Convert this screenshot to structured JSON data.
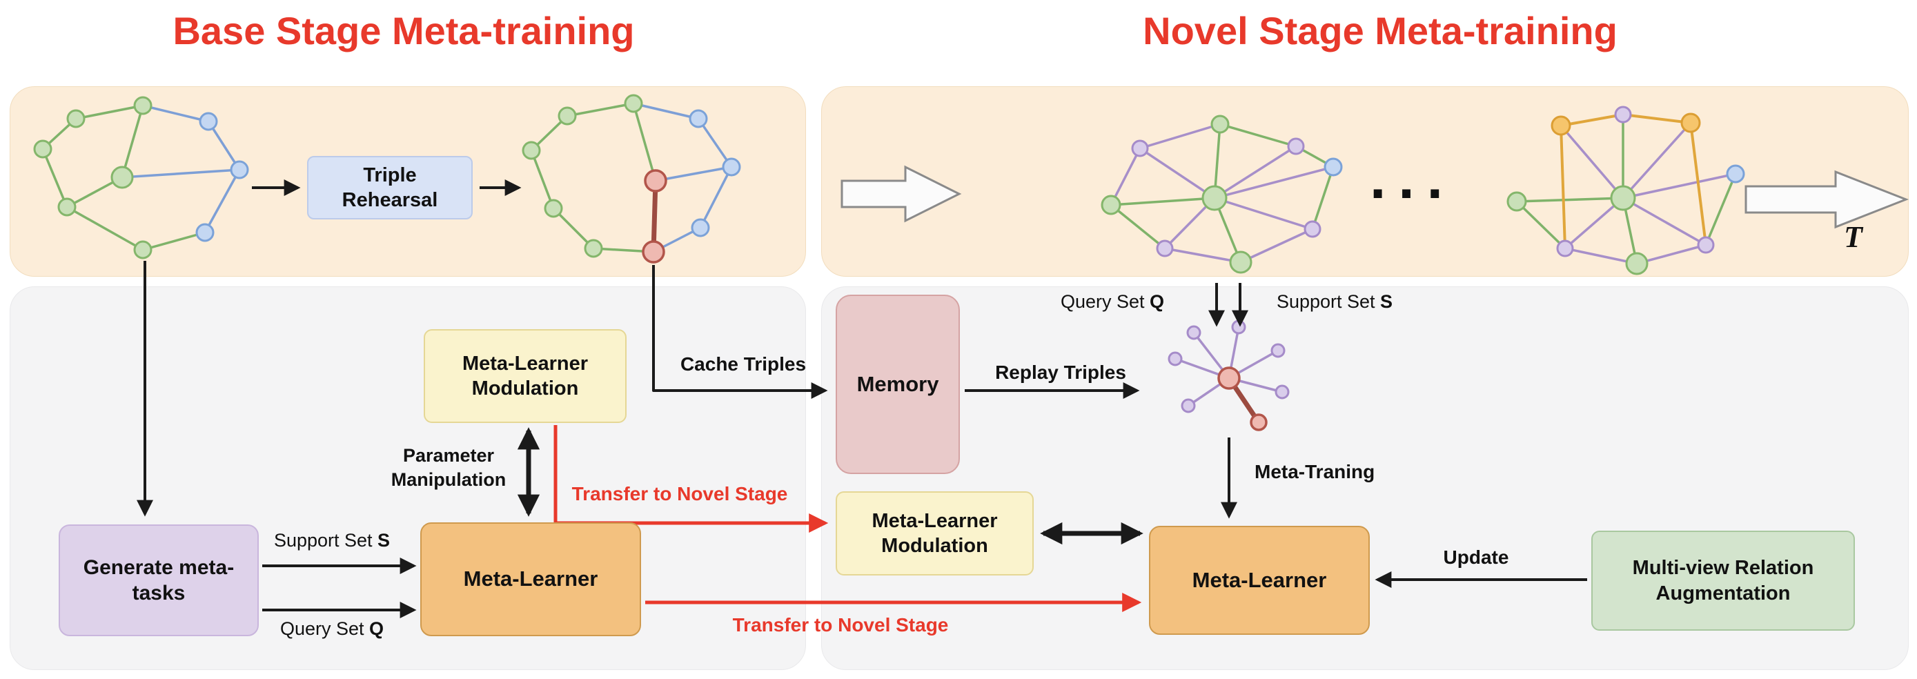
{
  "titles": {
    "base": "Base Stage Meta-training",
    "novel": "Novel Stage Meta-training"
  },
  "boxes": {
    "triple_rehearsal": "Triple Rehearsal",
    "generate_meta_tasks": "Generate meta-tasks",
    "meta_learner_modulation_base": "Meta-Learner Modulation",
    "meta_learner_base": "Meta-Learner",
    "memory": "Memory",
    "meta_learner_modulation_novel": "Meta-Learner Modulation",
    "meta_learner_novel": "Meta-Learner",
    "multi_view_relation_augmentation": "Multi-view Relation Augmentation"
  },
  "labels": {
    "cache_triples": "Cache Triples",
    "replay_triples": "Replay Triples",
    "support_set_base": {
      "text": "Support Set ",
      "bold": "S"
    },
    "query_set_base": {
      "text": "Query Set ",
      "bold": "Q"
    },
    "query_set_novel": {
      "text": "Query Set ",
      "bold": "Q"
    },
    "support_set_novel": {
      "text": "Support Set ",
      "bold": "S"
    },
    "parameter_manipulation": "Parameter Manipulation",
    "meta_training": "Meta-Traning",
    "transfer_to_novel_upper": "Transfer to Novel Stage",
    "transfer_to_novel_lower": "Transfer to Novel Stage",
    "update": "Update",
    "time_symbol": "T",
    "ellipsis": "..."
  },
  "colors": {
    "title_red": "#e8392b",
    "arrow_red": "#e8392b",
    "arrow_black": "#1a1a1a",
    "panel_top_orange": "#fcedd9",
    "panel_bottom_gray": "#f4f4f5",
    "box_blue": "#d9e3f6",
    "box_purple": "#ded2ea",
    "box_yellow": "#faf3cd",
    "box_orange": "#f3c17f",
    "box_pink": "#e9caca",
    "box_green": "#d3e4cd",
    "node_green": "#c9e0b8",
    "node_blue": "#c4d7f2",
    "node_purple": "#d9cdeb",
    "node_orange": "#f6c56c",
    "node_red": "#efb9b1"
  }
}
